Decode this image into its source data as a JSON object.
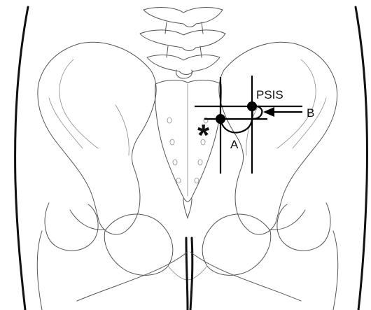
{
  "labels": {
    "psis": "PSIS",
    "point_a": "A",
    "point_b": "B",
    "asterisk": "*"
  },
  "colors": {
    "ink": "#000000",
    "sketch": "#555555",
    "background": "#ffffff"
  }
}
